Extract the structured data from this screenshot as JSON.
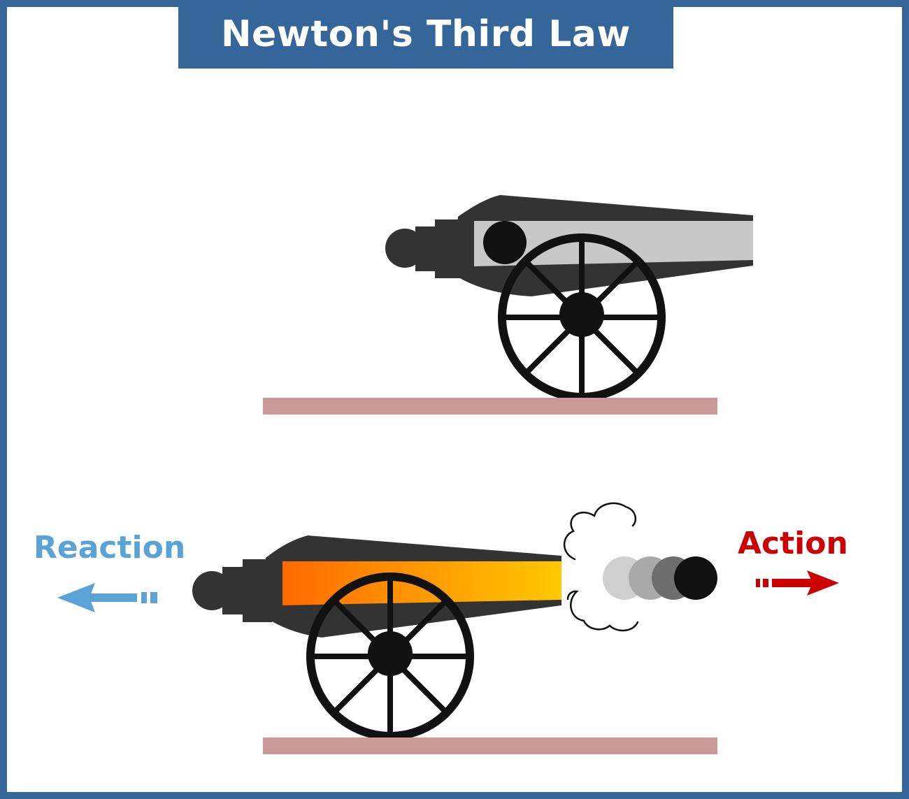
{
  "title": "Newton's Third Law",
  "labels": {
    "reaction": "Reaction",
    "action": "Action"
  },
  "colors": {
    "frame": "#356699",
    "title_background": "#356699",
    "title_text": "#ffffff",
    "cannon_body": "#333333",
    "barrel_interior_idle": "#c8c8c8",
    "cannonball": "#111111",
    "wheel": "#111111",
    "ground": "#cc9999",
    "fire_gradient_start": "#ff6a00",
    "fire_gradient_end": "#ffc800",
    "reaction_arrow": "#5aa3d6",
    "action_arrow": "#cc0000",
    "smoke_outline": "#111111"
  },
  "icons": {
    "reaction_arrow": "arrow-left-icon",
    "action_arrow": "arrow-right-icon"
  }
}
